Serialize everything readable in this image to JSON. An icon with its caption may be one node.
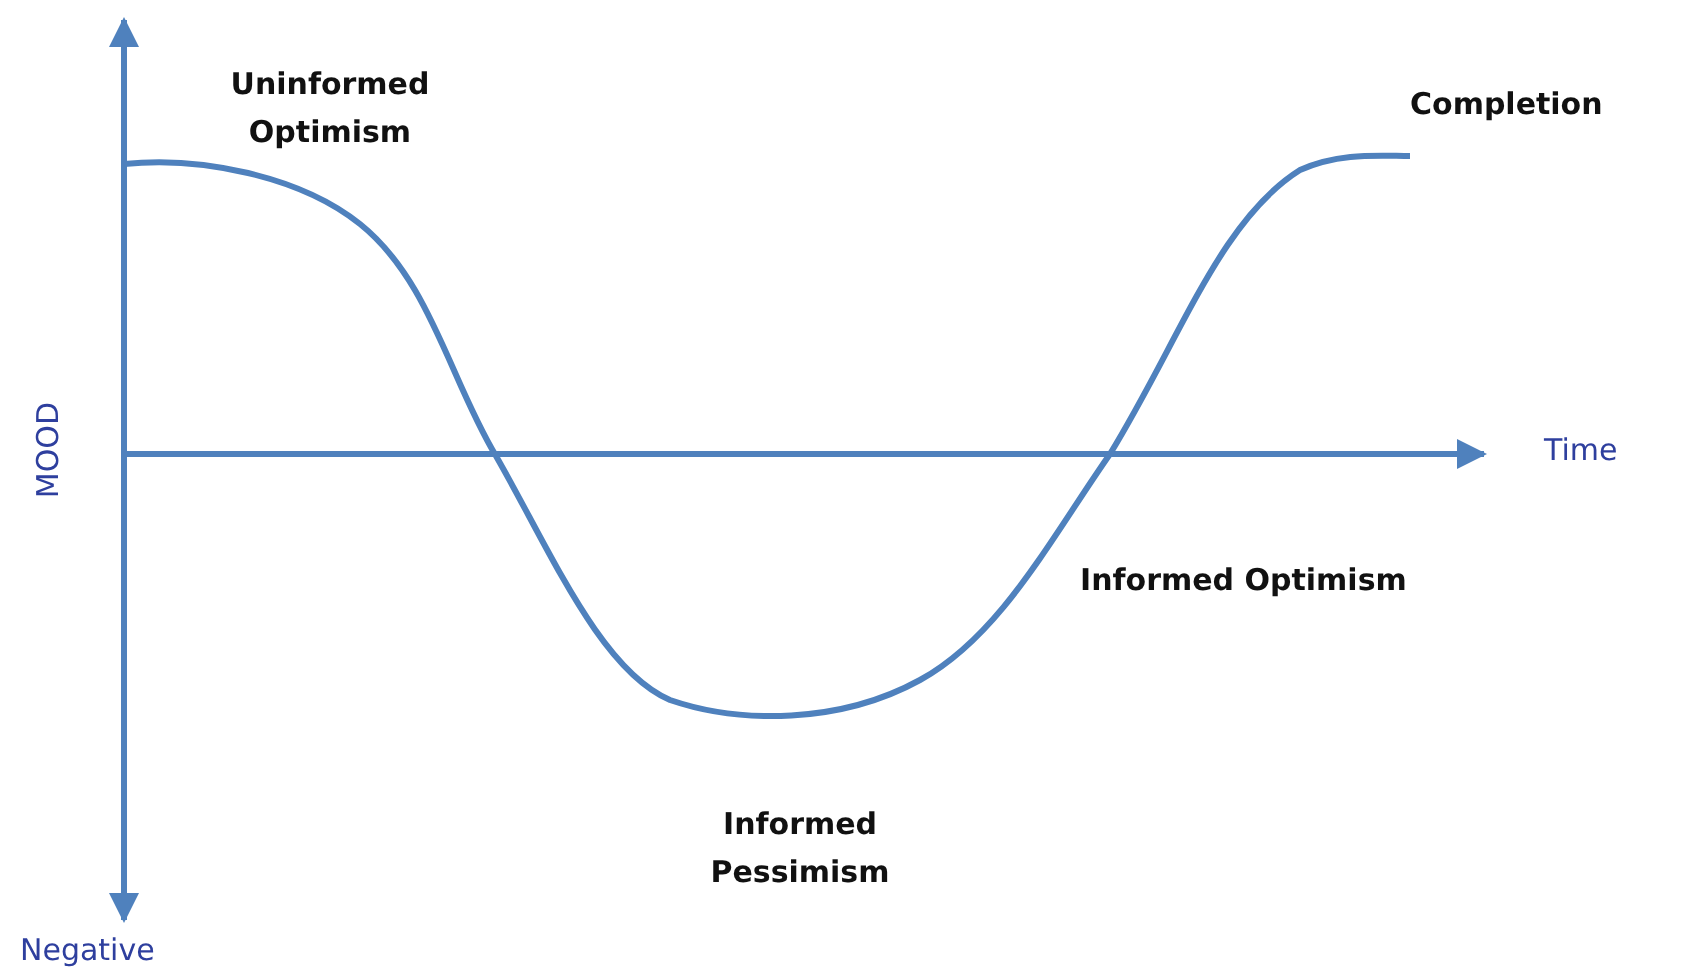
{
  "diagram": {
    "labels": [
      "Uninformed Optimism",
      "Completion",
      "MOOD",
      "Time",
      "Informed Optimism",
      "Informed Pessimism",
      "Negative"
    ]
  }
}
